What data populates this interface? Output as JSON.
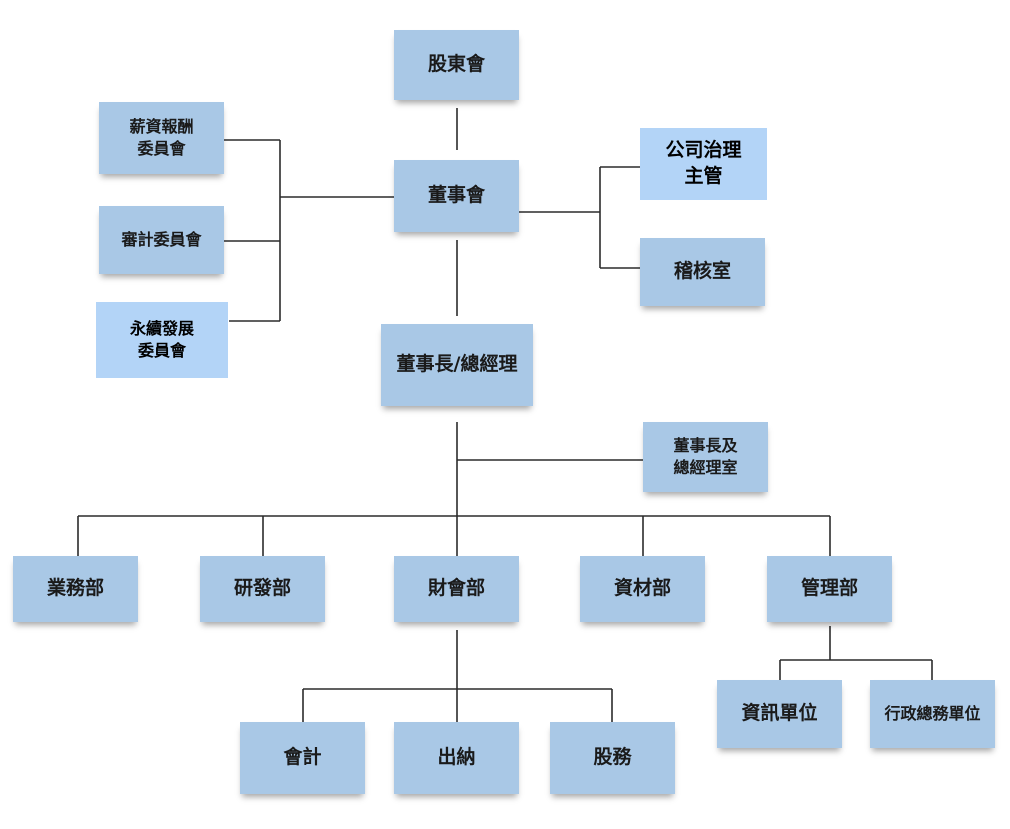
{
  "org_chart": {
    "shareholders_meeting": "股東會",
    "board_of_directors": "董事會",
    "compensation_committee": "薪資報酬\n委員會",
    "audit_committee": "審計委員會",
    "sustainability_committee": "永續發展\n委員會",
    "corporate_governance_officer": "公司治理\n主管",
    "audit_office": "稽核室",
    "chairman_president": "董事長/總經理",
    "chairman_office": "董事長及\n總經理室",
    "departments": [
      "業務部",
      "研發部",
      "財會部",
      "資材部",
      "管理部"
    ],
    "finance_units": [
      "會計",
      "出納",
      "股務"
    ],
    "management_units": [
      "資訊單位",
      "行政總務單位"
    ]
  },
  "colors": {
    "box": "#a9c8e6",
    "box_highlight": "#b3d4f7",
    "line": "#2b2b2b"
  }
}
